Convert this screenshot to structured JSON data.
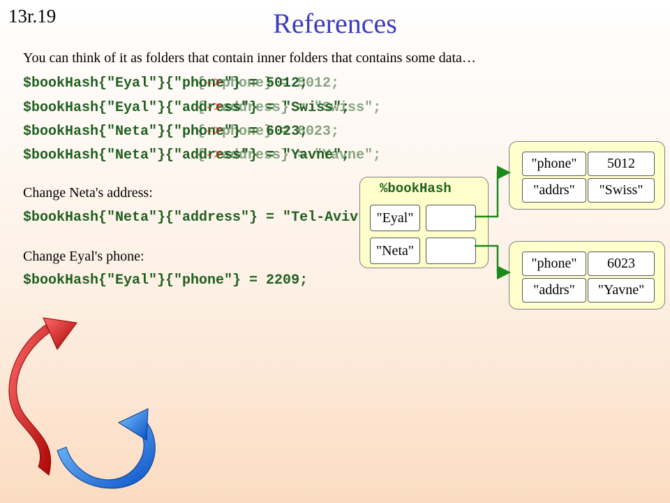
{
  "slide_number": "13r.19",
  "title": "References",
  "intro": "You can think of it as folders that contain inner folders that contains some data…",
  "code_lines": [
    "$bookHash{\"Eyal\"}{\"phone\"} = 5012;",
    "$bookHash{\"Eyal\"}{\"address\"} = \"Swiss\";",
    "$bookHash{\"Neta\"}{\"phone\"} = 6023;",
    "$bookHash{\"Neta\"}{\"address\"} = \"Yavne\";"
  ],
  "overlay_lines": [
    "{->phone} = 5012;",
    "{->address} = \"Swiss\";",
    "{->phone} = 6023;",
    "{->address} = \"Yavne\";"
  ],
  "change_neta_label": "Change Neta's address:",
  "change_neta_code": "$bookHash{\"Neta\"}{\"address\"} = \"Tel-Aviv\";",
  "change_eyal_label": "Change Eyal's phone:",
  "change_eyal_code": "$bookHash{\"Eyal\"}{\"phone\"} = 2209;",
  "diagram": {
    "hash_name": "%bookHash",
    "keys": [
      "\"Eyal\"",
      "\"Neta\""
    ],
    "eyal_record": {
      "key1": "\"phone\"",
      "val1": "5012",
      "key2": "\"addrs\"",
      "val2": "\"Swiss\""
    },
    "neta_record": {
      "key1": "\"phone\"",
      "val1": "6023",
      "key2": "\"addrs\"",
      "val2": "\"Yavne\""
    }
  },
  "colors": {
    "title": "#3b3bbf",
    "code": "#1f5f1f",
    "arrow_mark": "#e01818",
    "panel": "#ffffcc",
    "connector": "#1a8a1a"
  },
  "decoration_icon": "curved-arrows-icon"
}
